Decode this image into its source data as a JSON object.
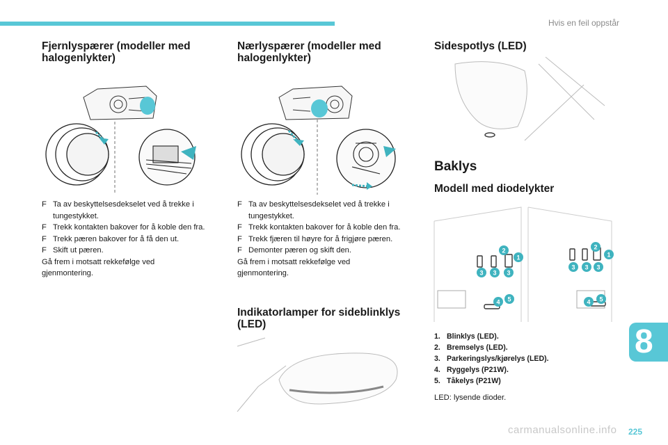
{
  "header": {
    "section": "Hvis en feil oppstår"
  },
  "chapter_number": "8",
  "page_number": "225",
  "watermark": "carmanualsonline.info",
  "sections": {
    "fjern": {
      "title_line1": "Fjernlyspærer (modeller med",
      "title_line2": "halogenlykter)",
      "steps": [
        "Ta av beskyttelsesdekselet ved å trekke i tungestykket.",
        "Trekk kontakten bakover for å koble den fra.",
        "Trekk pæren bakover for å få den ut.",
        "Skift ut pæren."
      ],
      "note_line1": "Gå frem i motsatt rekkefølge ved",
      "note_line2": "gjenmontering."
    },
    "naer": {
      "title_line1": "Nærlyspærer (modeller med",
      "title_line2": "halogenlykter)",
      "steps": [
        "Ta av beskyttelsesdekselet ved å trekke i tungestykket.",
        "Trekk kontakten bakover for å koble den fra.",
        "Trekk fjæren til høyre for å frigjøre pæren.",
        "Demonter pæren og skift den."
      ],
      "note_line1": "Gå frem i motsatt rekkefølge ved",
      "note_line2": "gjenmontering."
    },
    "indikator": {
      "title_line1": "Indikatorlamper for sideblinklys",
      "title_line2": "(LED)"
    },
    "sidespot": {
      "title": "Sidespotlys (LED)"
    },
    "baklys": {
      "title": "Baklys",
      "subtitle": "Modell med diodelykter",
      "legend": [
        {
          "n": "1.",
          "label": "Blinklys (LED)."
        },
        {
          "n": "2.",
          "label": "Bremselys (LED)."
        },
        {
          "n": "3.",
          "label": "Parkeringslys/kjørelys (LED)."
        },
        {
          "n": "4.",
          "label": "Ryggelys (P21W)."
        },
        {
          "n": "5.",
          "label": "Tåkelys (P21W)"
        }
      ],
      "footnote": "LED: lysende dioder.",
      "callouts": [
        "1",
        "2",
        "3",
        "4",
        "5"
      ]
    }
  },
  "bullet_glyph": "F",
  "colors": {
    "accent": "#58c7d6",
    "callout": "#3fb3bf",
    "text": "#1a1a1a"
  }
}
